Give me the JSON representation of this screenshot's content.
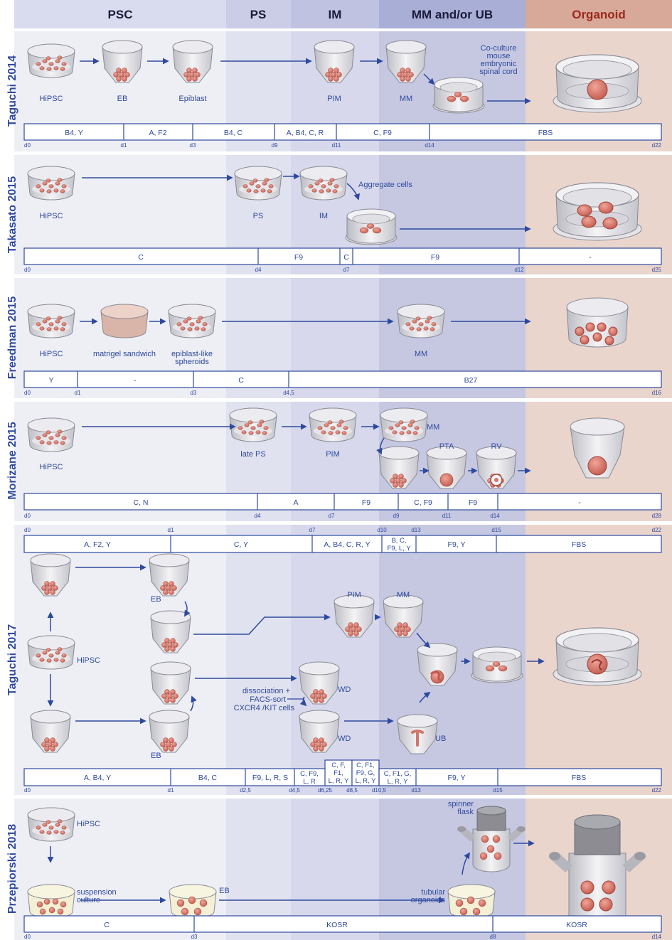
{
  "stages": [
    "PSC",
    "PS",
    "IM",
    "MM and/or UB",
    "Organoid"
  ],
  "colors": {
    "psc": "#eeeef5",
    "ps": "#e1e2ef",
    "im": "#d7d8ec",
    "mm": "#c6c8e2",
    "organoid": "#ead5cd",
    "header_psc": "#d9dbee",
    "header_mm": "#a9aed6",
    "header_org": "#d8a898",
    "organoid_text": "#9a2a1e",
    "accent": "#2e4a9e",
    "cell": "#d2766b"
  },
  "studies": [
    {
      "id": "taguchi2014",
      "name": "Taguchi 2014",
      "labels": [
        "HiPSC",
        "EB",
        "Epiblast",
        "PIM",
        "MM",
        "Co-culture",
        "mouse",
        "embryonic",
        "spinal cord"
      ],
      "segments": [
        "B4, Y",
        "A, F2",
        "B4, C",
        "A, B4, C, R",
        "C, F9",
        "FBS"
      ],
      "days": [
        "d0",
        "d1",
        "d3",
        "d9",
        "d11",
        "d14",
        "d22"
      ]
    },
    {
      "id": "takasato2015",
      "name": "Takasato 2015",
      "labels": [
        "HiPSC",
        "PS",
        "IM",
        "Aggregate cells"
      ],
      "segments": [
        "C",
        "F9",
        "C",
        "F9",
        "-"
      ],
      "days": [
        "d0",
        "d4",
        "d7",
        "d12",
        "d25"
      ]
    },
    {
      "id": "freedman2015",
      "name": "Freedman 2015",
      "labels": [
        "HiPSC",
        "matrigel sandwich",
        "epiblast-like",
        "spheroids",
        "MM"
      ],
      "segments": [
        "Y",
        "-",
        "C",
        "B27"
      ],
      "days": [
        "d0",
        "d1",
        "d3",
        "d4,5",
        "d16"
      ]
    },
    {
      "id": "morizane2015",
      "name": "Morizane 2015",
      "labels": [
        "HiPSC",
        "late PS",
        "PIM",
        "MM",
        "PTA",
        "RV"
      ],
      "segments": [
        "C, N",
        "A",
        "F9",
        "C, F9",
        "F9",
        "-"
      ],
      "days": [
        "d0",
        "d4",
        "d7",
        "d9",
        "d11",
        "d14",
        "d28"
      ]
    },
    {
      "id": "taguchi2017",
      "name": "Taguchi 2017",
      "labels": [
        "HiPSC",
        "EB",
        "EB",
        "PIM",
        "MM",
        "WD",
        "WD",
        "UB",
        "dissociation +",
        "FACS-sort",
        "CXCR4 /KIT cells"
      ],
      "top_segments": [
        "A, F2, Y",
        "C, Y",
        "A, B4, C, R, Y",
        "B, C,",
        "F9, L, Y",
        "F9, Y",
        "FBS"
      ],
      "top_days": [
        "d0",
        "d1",
        "d7",
        "d10",
        "d13",
        "d15",
        "d22"
      ],
      "bottom_segments": [
        "A, B4, Y",
        "B4, C",
        "F9, L, R, S",
        "C, F9,",
        "L, R",
        "C, F,",
        "F1,",
        "L, R, Y",
        "C, F1,",
        "F9, G,",
        "L, R, Y",
        "C, F1, G,",
        "L, R, Y",
        "F9, Y",
        "FBS"
      ],
      "bottom_days": [
        "d0",
        "d1",
        "d2,5",
        "d4,5",
        "d6,25",
        "d8,5",
        "d10,5",
        "d13",
        "d15",
        "d22"
      ]
    },
    {
      "id": "przepiorski2018",
      "name": "Przepiorski 2018",
      "labels": [
        "HiPSC",
        "suspension",
        "culture",
        "EB",
        "tubular",
        "organoids",
        "spinner",
        "flask"
      ],
      "segments": [
        "C",
        "KOSR",
        "KOSR"
      ],
      "days": [
        "d0",
        "d3",
        "d8",
        "d14"
      ]
    }
  ]
}
